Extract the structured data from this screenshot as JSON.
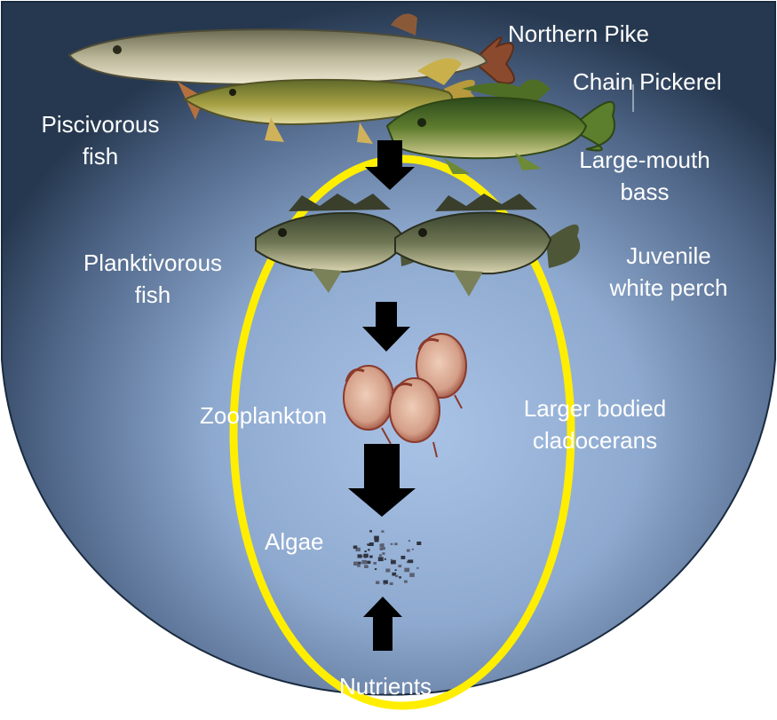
{
  "labels": {
    "northern_pike": "Northern Pike",
    "chain_pickerel": "Chain Pickerel",
    "piscivorous_1": "Piscivorous",
    "piscivorous_2": "fish",
    "largemouth_1": "Large-mouth",
    "largemouth_2": "bass",
    "planktivorous_1": "Planktivorous",
    "planktivorous_2": "fish",
    "juvenile_1": "Juvenile",
    "juvenile_2": "white perch",
    "zooplankton": "Zooplankton",
    "cladocerans_1": "Larger bodied",
    "cladocerans_2": "cladocerans",
    "algae": "Algae",
    "nutrients": "Nutrients"
  },
  "colors": {
    "basin_edge": "#1f3550",
    "basin_center": "#9fb9dc",
    "ellipse": "#ffee00",
    "arrow": "#000000",
    "label": "#ffffff"
  }
}
